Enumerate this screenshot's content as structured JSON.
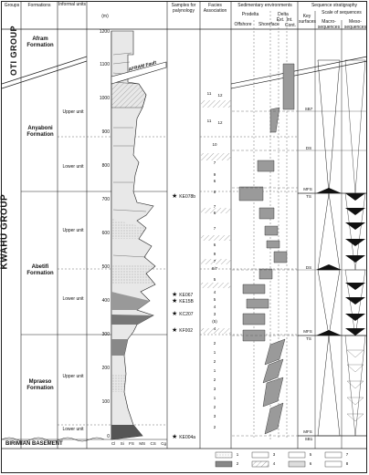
{
  "headers": {
    "groups": "Groups",
    "formations": "Formations",
    "informal_units": "Informal units",
    "depth_unit": "(m)",
    "samples": "Samples for palynology",
    "facies": "Facies Association",
    "sed_env": "Sedimentary environments",
    "seq_strat": "Sequence stratigraphy",
    "prodelta": "Prodelta",
    "delta": "Delta",
    "offshore": "Offshore",
    "shoreface": "Shoreface",
    "ext": "Ext.",
    "int": "Int.",
    "cont": "Cont.",
    "key_surfaces": "Key surfaces",
    "scale_of_sequences": "Scale of sequences",
    "macro": "Macro-sequences",
    "meso": "Meso-sequences"
  },
  "groups": {
    "otti": "OTI GROUP",
    "kwahu": "KWAHU GROUP",
    "birimian": "BIRIMIAN BASEMENT"
  },
  "formations": [
    {
      "name": "Afram Formation"
    },
    {
      "name": "Anyaboni Formation"
    },
    {
      "name": "Abetifi Formation"
    },
    {
      "name": "Mpraeso Formation"
    }
  ],
  "units": [
    {
      "name": "Upper unit"
    },
    {
      "name": "Lower unit"
    },
    {
      "name": "Upper unit"
    },
    {
      "name": "Lower unit"
    },
    {
      "name": "Upper unit"
    },
    {
      "name": "Lower unit"
    }
  ],
  "depth_ticks": [
    "1200",
    "1100",
    "1000",
    "900",
    "800",
    "700",
    "600",
    "500",
    "400",
    "300",
    "200",
    "100",
    "0"
  ],
  "fault_label": "AFRAM Fault",
  "grain_size_labels": [
    "Cl",
    "Si",
    "FS",
    "MS",
    "CS",
    "Cg"
  ],
  "samples": [
    "KE078b",
    "KE067",
    "KE15B",
    "KC207",
    "KF002",
    "KE004a"
  ],
  "facies_numbers": [
    "11",
    "12",
    "11",
    "12",
    "10",
    "7",
    "9",
    "6",
    "8",
    "7",
    "6",
    "7",
    "6",
    "9",
    "7",
    "8/7",
    "5",
    "4",
    "5",
    "4",
    "3",
    "(5)",
    "4",
    "2",
    "1",
    "2",
    "1",
    "2",
    "3",
    "1",
    "2",
    "3",
    "2"
  ],
  "key_surface_labels": [
    "SB7",
    "DS",
    "MFS",
    "TS",
    "DS",
    "MFS",
    "TS",
    "MFS",
    "SB1"
  ],
  "legend_items": [
    "1",
    "2",
    "3",
    "4",
    "5",
    "6",
    "7",
    "8"
  ],
  "colors": {
    "grey_fill": "#9a9a9a",
    "hatch": "#b0b0b0",
    "line": "#222222"
  }
}
